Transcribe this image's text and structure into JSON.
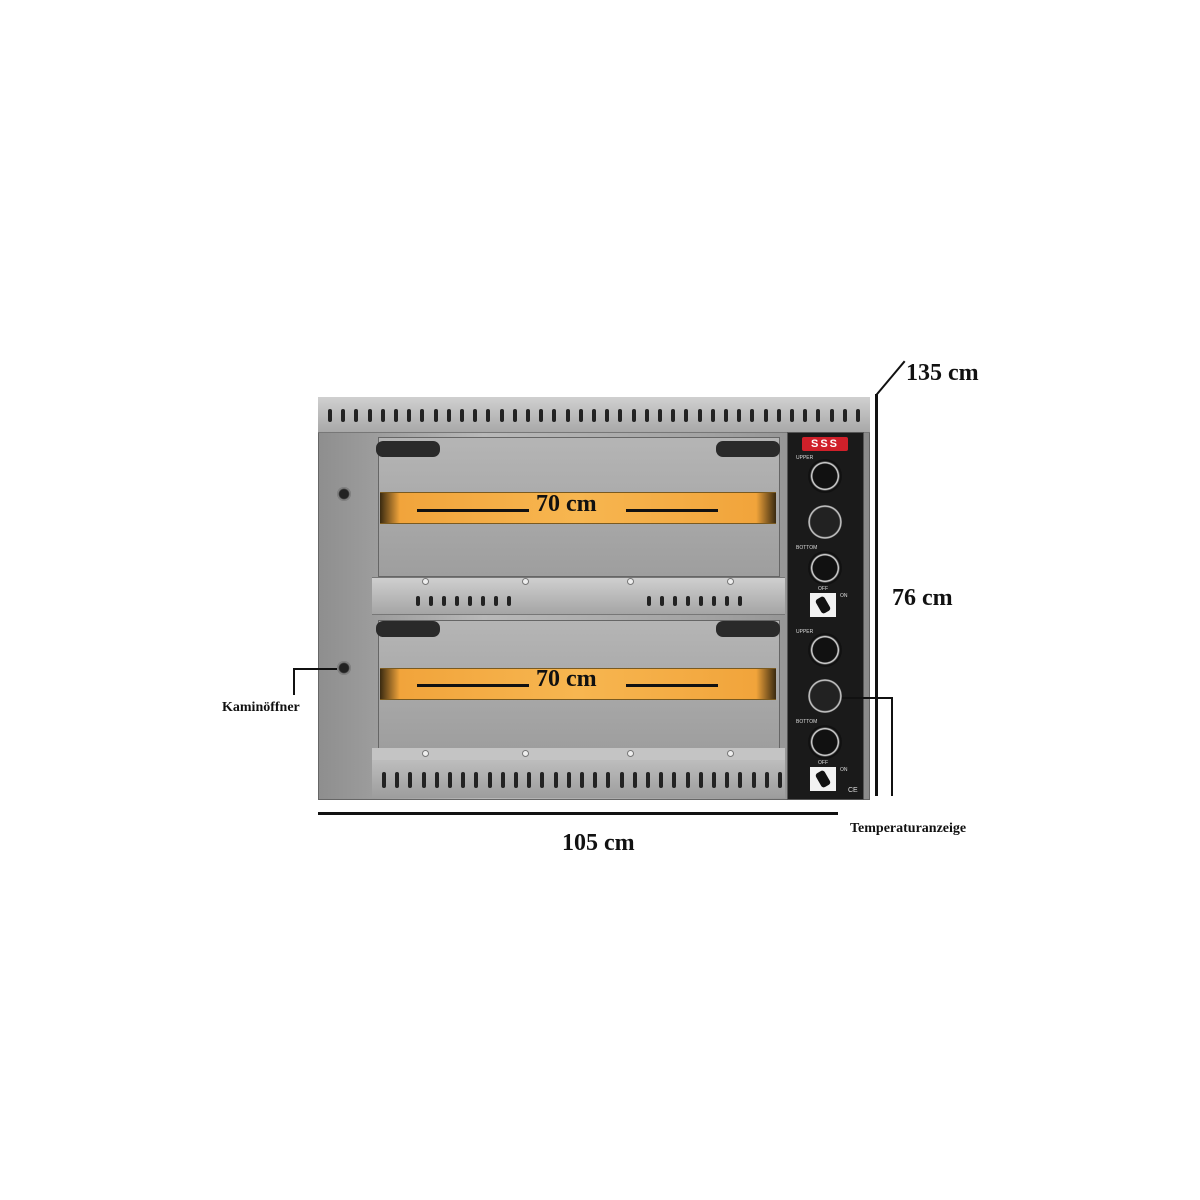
{
  "dimensions": {
    "depth": "135 cm",
    "height": "76 cm",
    "width": "105 cm",
    "chamber_upper": "70 cm",
    "chamber_lower": "70 cm"
  },
  "callouts": {
    "chimney": "Kaminöffner",
    "thermometer": "Temperaturanzeige"
  },
  "panel": {
    "logo": "SSS",
    "upper": "UPPER",
    "bottom": "BOTTOM",
    "off": "OFF",
    "on": "ON",
    "ce": "CE"
  },
  "colors": {
    "steel": "#a8a8a8",
    "panel": "#1a1a1a",
    "glow": "#f5b04a",
    "logo": "#d0202a"
  }
}
